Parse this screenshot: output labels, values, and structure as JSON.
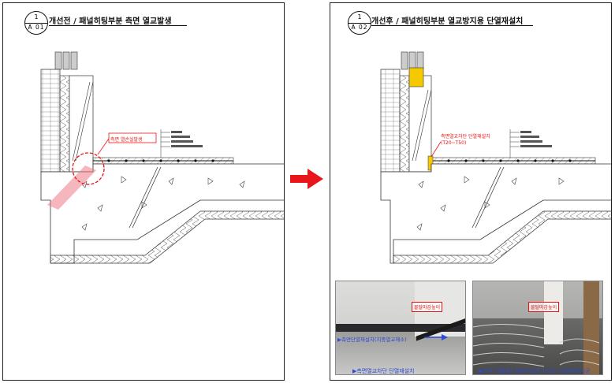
{
  "left_panel": {
    "badge_number": "1",
    "badge_ref": "A 01",
    "title": "개선전 / 패널히팅부분 측면 열교발생",
    "callout": "측면 열손실발생"
  },
  "right_panel": {
    "badge_number": "1",
    "badge_ref": "A 02",
    "title": "개선후 / 패널히팅부분 열교방지용 단열재설치",
    "callout_line1": "측면열교차단 단열재설치",
    "callout_line2": "(T20~T50)",
    "photo1": {
      "label_red": "물탈마감높이",
      "label_blue": "▶측면단열재설치(지중열교해소)",
      "caption": "▶측면열교차단 단열재설치"
    },
    "photo2": {
      "label_red": "물탈마감높이",
      "caption": "▶바닥 단열재+경량기포콘크리트+난방배관시공"
    }
  },
  "colors": {
    "arrow": "#e8161b",
    "insulation_yellow": "#f6c800",
    "callout_red": "#e11111",
    "label_blue": "#2f4ad6"
  }
}
